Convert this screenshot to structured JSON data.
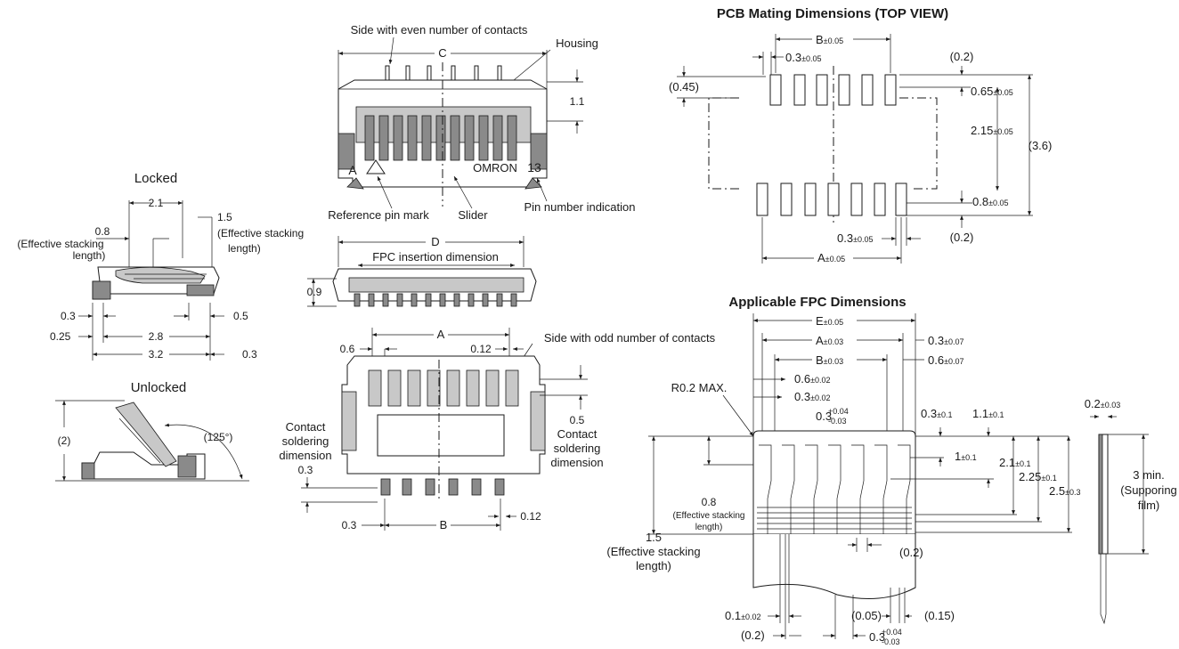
{
  "side_view": {
    "title_locked": "Locked",
    "dims": {
      "d21": "2.1",
      "d08": "0.8",
      "d15": "1.5",
      "eff_left_1": "(Effective stacking",
      "eff_left_2": "length)",
      "eff_right_1": "(Effective stacking",
      "eff_right_2": "length)",
      "d03a": "0.3",
      "d05": "0.5",
      "d025": "0.25",
      "d28": "2.8",
      "d32": "3.2",
      "d03b": "0.3"
    },
    "title_unlocked": "Unlocked",
    "unlocked": {
      "d2": "(2)",
      "angle": "(125°)"
    }
  },
  "top_view": {
    "even_label": "Side with even number of contacts",
    "c": "C",
    "housing": "Housing",
    "d11": "1.1",
    "pin_a": "A",
    "pin_13": "13",
    "brand": "OMRON",
    "ref_mark": "Reference pin mark",
    "slider": "Slider",
    "pin_num": "Pin number indication"
  },
  "front_view": {
    "d": "D",
    "fpc_ins": "FPC insertion dimension",
    "d09": "0.9"
  },
  "bottom_view": {
    "a": "A",
    "d06": "0.6",
    "d012a": "0.12",
    "odd_label": "Side with odd number of contacts",
    "contact_left_1": "Contact",
    "contact_left_2": "soldering",
    "contact_left_3": "dimension",
    "d03": "0.3",
    "d05": "0.5",
    "contact_right_1": "Contact",
    "contact_right_2": "soldering",
    "contact_right_3": "dimension",
    "d03b": "0.3",
    "b": "B",
    "d012b": "0.12"
  },
  "pcb": {
    "title": "PCB Mating Dimensions (TOP VIEW)",
    "b": "B",
    "b_tol": "±0.05",
    "d03": "0.3",
    "d03_tol": "±0.05",
    "d02a": "(0.2)",
    "d045": "(0.45)",
    "d065": "0.65",
    "d065_tol": "±0.05",
    "d215": "2.15",
    "d215_tol": "±0.05",
    "d36": "(3.6)",
    "d08": "0.8",
    "d08_tol": "±0.05",
    "d03b": "0.3",
    "d03b_tol": "±0.05",
    "d02b": "(0.2)",
    "a": "A",
    "a_tol": "±0.05"
  },
  "fpc": {
    "title": "Applicable FPC Dimensions",
    "e": "E",
    "e_tol": "±0.05",
    "a": "A",
    "a_tol": "±0.03",
    "d03r": "0.3",
    "d03r_tol": "±0.07",
    "b": "B",
    "b_tol": "±0.03",
    "d06r": "0.6",
    "d06r_tol": "±0.07",
    "r02": "R0.2 MAX.",
    "d06": "0.6",
    "d06_tol": "±0.02",
    "d03": "0.3",
    "d03_tol": "±0.02",
    "d03p": "0.3",
    "d03p_up": "+0.04",
    "d03p_dn": "-0.03",
    "d03t": "0.3",
    "d03t_tol": "±0.1",
    "d11": "1.1",
    "d11_tol": "±0.1",
    "d1": "1",
    "d1_tol": "±0.1",
    "d21": "2.1",
    "d21_tol": "±0.1",
    "d225": "2.25",
    "d225_tol": "±0.1",
    "d25": "2.5",
    "d25_tol": "±0.3",
    "d08": "0.8",
    "eff08_1": "(Effective stacking",
    "eff08_2": "length)",
    "d15": "1.5",
    "eff15_1": "(Effective stacking",
    "eff15_2": "length)",
    "d02": "(0.2)",
    "d01": "0.1",
    "d01_tol": "±0.02",
    "d005": "(0.05)",
    "d015": "(0.15)",
    "d02b": "(0.2)",
    "d03b": "0.3",
    "d03b_up": "+0.04",
    "d03b_dn": "-0.03"
  },
  "film": {
    "d02": "0.2",
    "d02_tol": "±0.03",
    "min": "3 min.",
    "sup": "(Supporing",
    "film": "film)"
  }
}
